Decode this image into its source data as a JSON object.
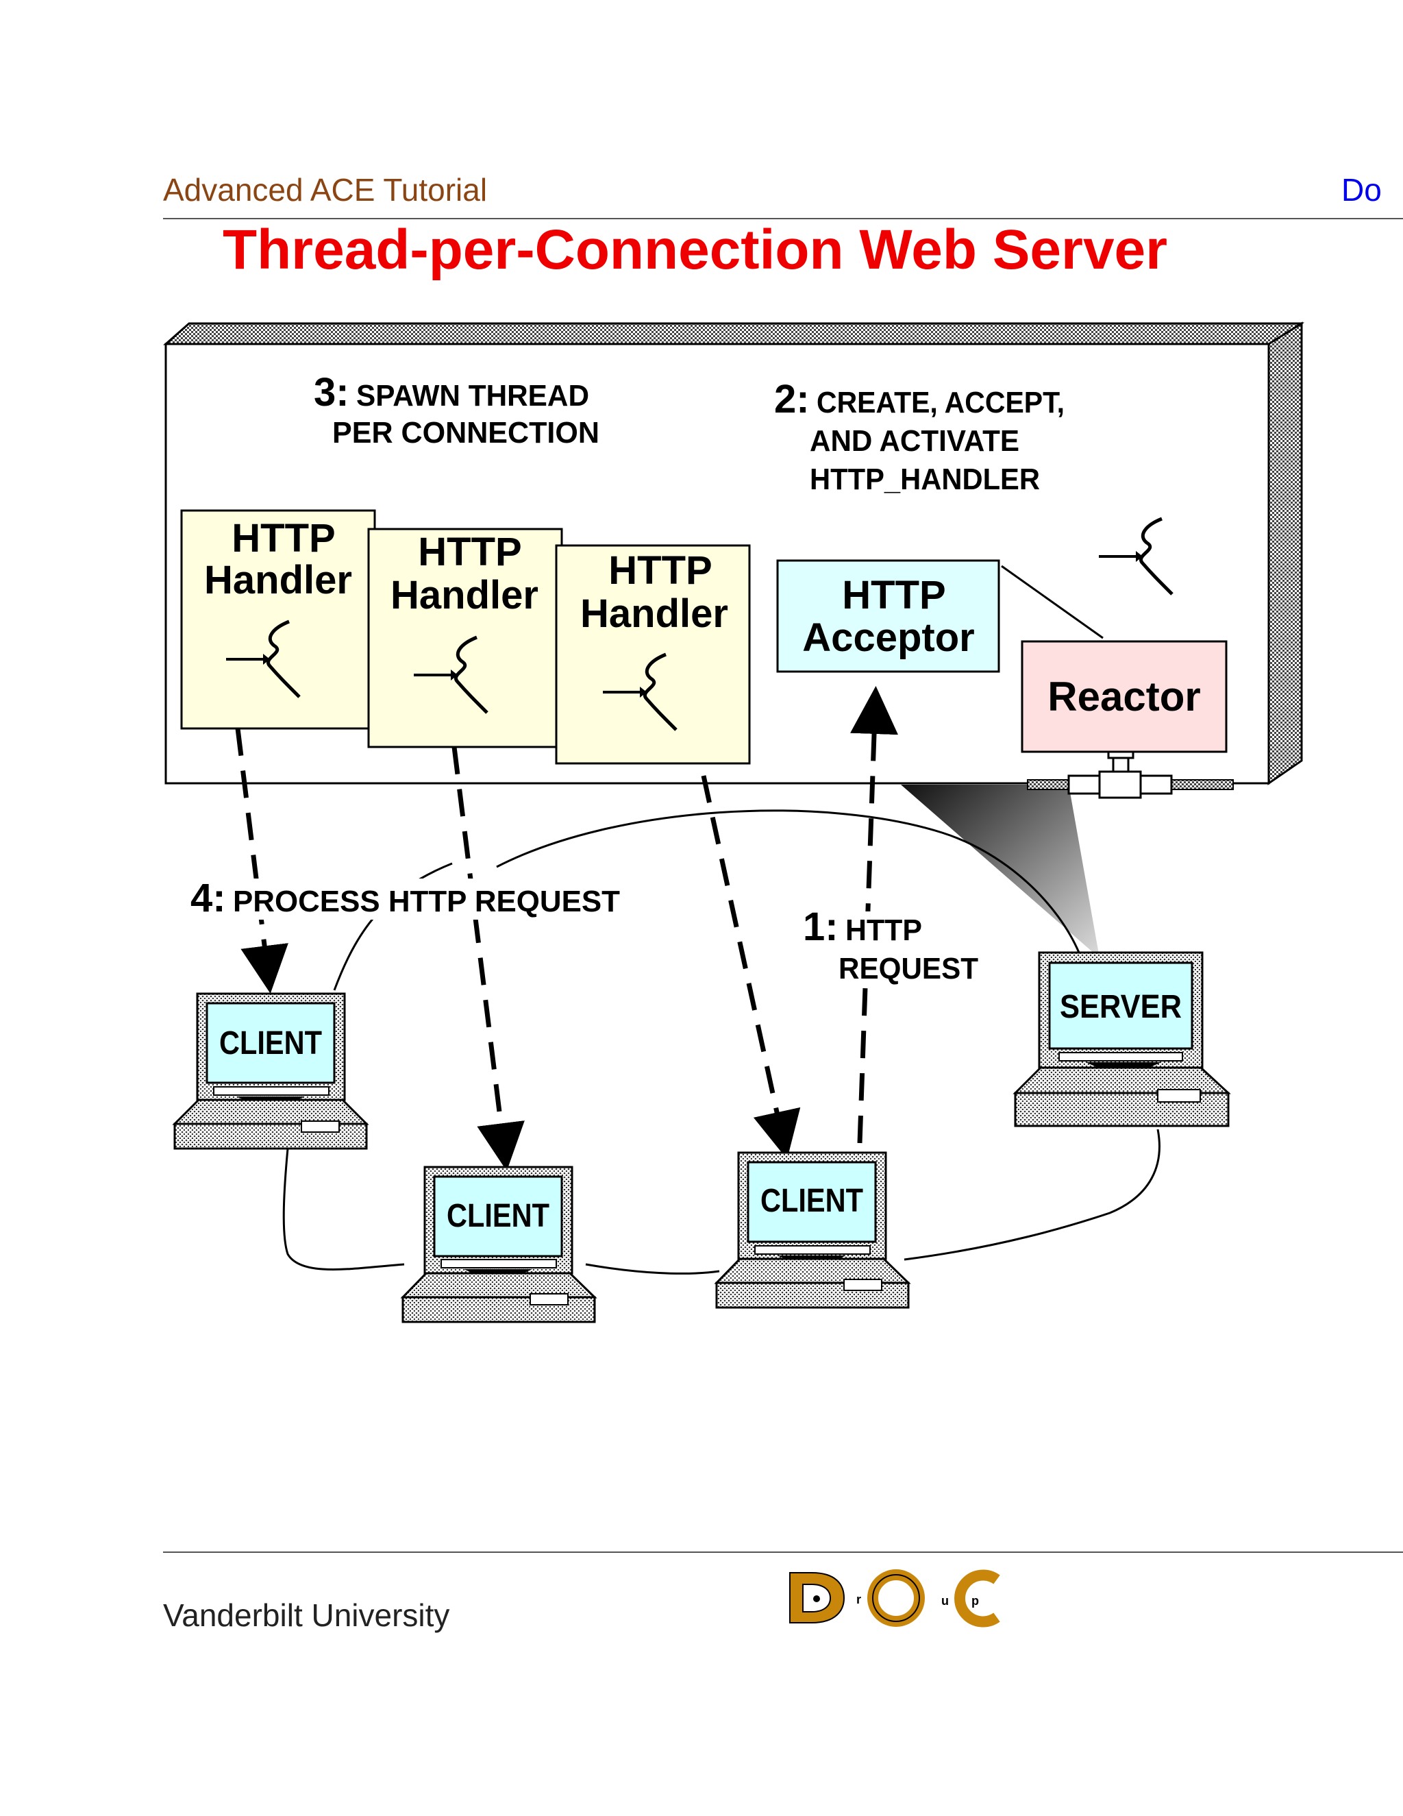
{
  "header": {
    "left": "Advanced ACE Tutorial",
    "right": "Do"
  },
  "title": "Thread-per-Connection Web Server",
  "steps": {
    "step1_num": "1:",
    "step1_line1": "HTTP",
    "step1_line2": "REQUEST",
    "step2_num": "2:",
    "step2_line1": "CREATE, ACCEPT,",
    "step2_line2": "AND  ACTIVATE",
    "step2_line3": "HTTP_HANDLER",
    "step3_num": "3:",
    "step3_line1": "SPAWN THREAD",
    "step3_line2": "PER  CONNECTION",
    "step4_num": "4:",
    "step4_line1": "PROCESS  HTTP  REQUEST"
  },
  "handlers": [
    {
      "line1": "HTTP",
      "line2": "Handler"
    },
    {
      "line1": "HTTP",
      "line2": "Handler"
    },
    {
      "line1": "HTTP",
      "line2": "Handler"
    }
  ],
  "acceptor": {
    "line1": "HTTP",
    "line2": "Acceptor"
  },
  "reactor": {
    "label": "Reactor"
  },
  "computers": {
    "client1": "CLIENT",
    "client2": "CLIENT",
    "client3": "CLIENT",
    "server": "SERVER"
  },
  "footer": {
    "left": "Vanderbilt University",
    "logo_text": "DOC group"
  },
  "colors": {
    "header_left": "#8b4513",
    "header_right": "#0000ee",
    "title": "#ee0000",
    "handler_fill": "#ffffe0",
    "acceptor_fill": "#ddffff",
    "reactor_fill": "#ffe0e0",
    "screen_fill": "#ccffff",
    "logo": "#c8860a"
  }
}
